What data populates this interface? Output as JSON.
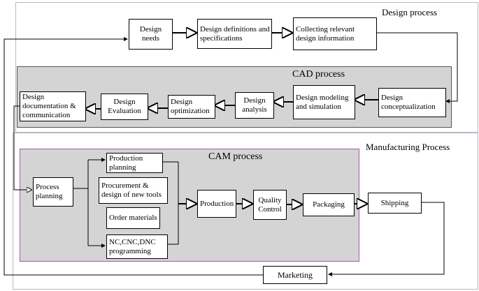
{
  "processes": {
    "design": "Design process",
    "cad": "CAD process",
    "manufacturing": "Manufacturing Process",
    "cam": "CAM process"
  },
  "design_row": {
    "needs": "Design needs",
    "definitions": "Design definitions and specifications",
    "collecting": "Collecting relevant design information"
  },
  "cad_row": {
    "conceptualization": "Design conceptualization",
    "modeling": "Design modeling and simulation",
    "analysis": "Design analysis",
    "optimization": "Design optimization",
    "evaluation": "Design Evaluation",
    "documentation": "Design documentation & communication"
  },
  "cam_row": {
    "process_planning": "Process planning",
    "production_planning": "Production planning",
    "procurement": "Procurement & design of new tools",
    "order_materials": "Order materials",
    "nc_programming": "NC,CNC,DNC programming",
    "production": "Production",
    "quality_control": "Quality Control",
    "packaging": "Packaging"
  },
  "shipping": "Shipping",
  "marketing": "Marketing",
  "colors": {
    "cad_panel": "#d4d4d4",
    "cam_panel": "#d4d4d4",
    "cam_border": "#a25aa6",
    "frame_border": "#b8b8c8",
    "line": "#000000"
  }
}
